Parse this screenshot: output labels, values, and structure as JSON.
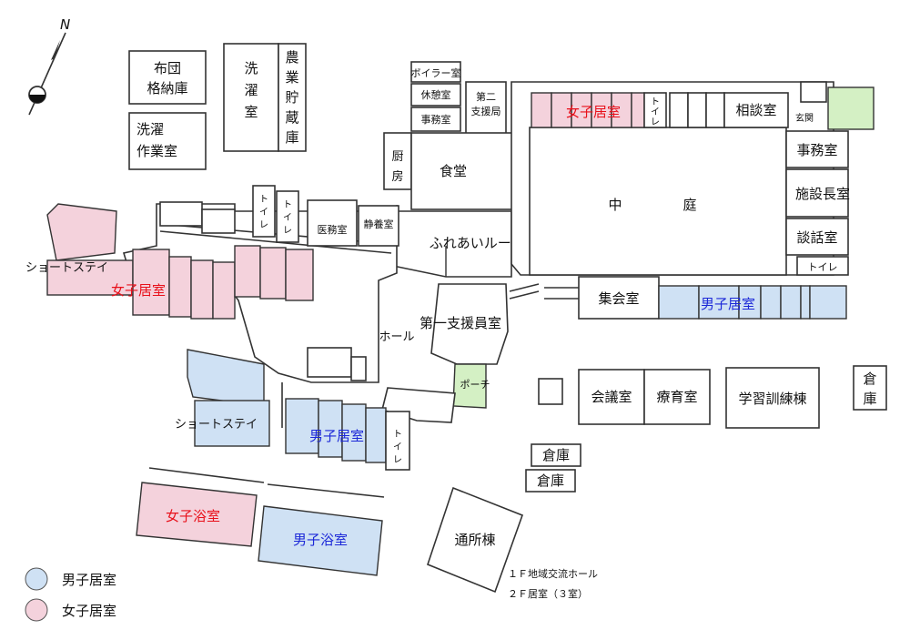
{
  "compass": {
    "north": "N"
  },
  "labels": {
    "futon": [
      "布団",
      "格納庫"
    ],
    "sentaku_v": [
      "洗",
      "濯",
      "室"
    ],
    "nougyou_v": [
      "農",
      "業",
      "貯",
      "蔵",
      "庫"
    ],
    "sentaku_sagyou": [
      "洗濯",
      "作業室"
    ],
    "boiler": "ボイラー室",
    "kyuukei": "休憩室",
    "jimu_small": "事務室",
    "dai2": [
      "第二",
      "支援局"
    ],
    "chubou_v": [
      "厨",
      "房"
    ],
    "shokudou": "食堂",
    "joshi_kyoshitsu_top": "女子居室",
    "toilet_top_v": [
      "ト",
      "イ",
      "レ"
    ],
    "soudan": "相談室",
    "genkan": "玄関",
    "jimushitsu": "事務室",
    "shisetsucho": "施設長室",
    "danwa": "談話室",
    "toilet_right": "トイレ",
    "nakaniwa_1": "中",
    "nakaniwa_2": "庭",
    "fureai": "ふれあいルーム",
    "toilet_a_v": [
      "ト",
      "イ",
      "レ"
    ],
    "toilet_b_v": [
      "ト",
      "イ",
      "レ"
    ],
    "imu": "医務室",
    "seiyou": "静養室",
    "shortstay_1": "ショートステイ",
    "joshi_kyoshitsu_left": "女子居室",
    "shukai": "集会室",
    "danshi_kyoshitsu_right": "男子居室",
    "dai1": "第一支援員室",
    "hall": "ホール",
    "porch": "ポーチ",
    "shortstay_2": "ショートステイ",
    "danshi_kyoshitsu_mid": "男子居室",
    "toilet_c_v": [
      "ト",
      "イ",
      "レ"
    ],
    "kaigi": "会議室",
    "ryouiku": "療育室",
    "gakushu": "学習訓練棟",
    "souko_v": [
      "倉",
      "庫"
    ],
    "souko_1": "倉庫",
    "souko_2": "倉庫",
    "joshi_yokushitsu": "女子浴室",
    "danshi_yokushitsu": "男子浴室",
    "tsusho": "通所棟",
    "note_1f": "１Ｆ地域交流ホール",
    "note_2f": "２Ｆ居室（３室）"
  },
  "legend": [
    {
      "label": "男子居室",
      "color": "#cfe1f4"
    },
    {
      "label": "女子居室",
      "color": "#f4d2dc"
    }
  ],
  "colors": {
    "male_room": "#cfe1f4",
    "female_room": "#f4d2dc",
    "green_area": "#d4f0c4",
    "female_text": "#e8101a",
    "male_text": "#1c28d8"
  }
}
